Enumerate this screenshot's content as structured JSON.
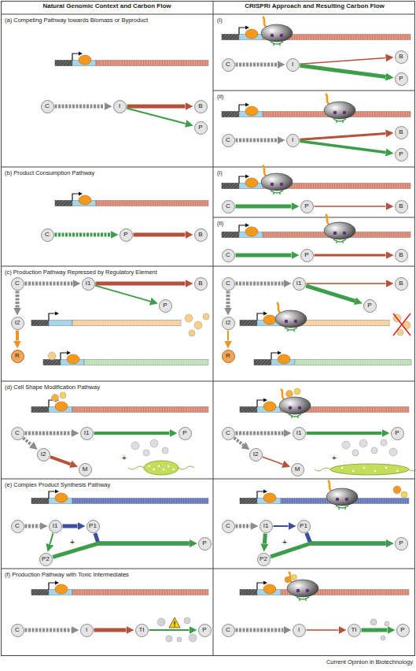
{
  "diagram": {
    "nodes": [
      {
        "text": [
          "C"
        ]
      },
      {
        "text": [
          "I"
        ]
      },
      {
        "text": [
          "B"
        ]
      },
      {
        "text": [
          "P"
        ]
      },
      {
        "text": [
          "C"
        ]
      },
      {
        "text": [
          "I"
        ]
      },
      {
        "text": [
          "B"
        ]
      },
      {
        "text": [
          "P"
        ]
      },
      {
        "text": [
          "C"
        ]
      },
      {
        "text": [
          "I"
        ]
      },
      {
        "text": [
          "B"
        ]
      },
      {
        "text": [
          "P"
        ]
      },
      {
        "text": [
          "C"
        ]
      },
      {
        "text": [
          "P"
        ]
      },
      {
        "text": [
          "B"
        ]
      },
      {
        "text": [
          "C"
        ]
      },
      {
        "text": [
          "P"
        ]
      },
      {
        "text": [
          "B"
        ]
      },
      {
        "text": [
          "C"
        ]
      },
      {
        "text": [
          "P"
        ]
      },
      {
        "text": [
          "B"
        ]
      },
      {
        "text": [
          "C"
        ]
      },
      {
        "text": [
          "I1"
        ]
      },
      {
        "text": [
          "B"
        ]
      },
      {
        "text": [
          "P"
        ]
      },
      {
        "text": [
          "I2"
        ]
      },
      {
        "text": [
          "R"
        ]
      },
      {
        "text": [
          "C"
        ]
      },
      {
        "text": [
          "I1"
        ]
      },
      {
        "text": [
          "B"
        ]
      },
      {
        "text": [
          "P"
        ]
      },
      {
        "text": [
          "I2"
        ]
      },
      {
        "text": [
          "R"
        ]
      },
      {
        "text": [
          "C"
        ]
      },
      {
        "text": [
          "I1"
        ]
      },
      {
        "text": [
          "P"
        ]
      },
      {
        "text": [
          "I2"
        ]
      },
      {
        "text": [
          "M"
        ]
      },
      {
        "text": [
          "C"
        ]
      },
      {
        "text": [
          "I1"
        ]
      },
      {
        "text": [
          "P"
        ]
      },
      {
        "text": [
          "I2"
        ]
      },
      {
        "text": [
          "M"
        ]
      },
      {
        "text": [
          "C"
        ]
      },
      {
        "text": [
          "I1"
        ]
      },
      {
        "text": [
          "P1"
        ]
      },
      {
        "text": [
          "P"
        ]
      },
      {
        "text": [
          "P2"
        ]
      },
      {
        "text": [
          "C"
        ]
      },
      {
        "text": [
          "I1"
        ]
      },
      {
        "text": [
          "P1"
        ]
      },
      {
        "text": [
          "P"
        ]
      },
      {
        "text": [
          "P2"
        ]
      },
      {
        "text": [
          "C"
        ]
      },
      {
        "text": [
          "I"
        ]
      },
      {
        "text": [
          "TI"
        ]
      },
      {
        "text": [
          "P"
        ]
      },
      {
        "text": [
          "C"
        ]
      },
      {
        "text": [
          "I"
        ]
      },
      {
        "text": [
          "TI"
        ]
      },
      {
        "text": [
          "P"
        ]
      }
    ],
    "edges": [
      {
        "from": 0,
        "to": 1,
        "arrow": "to"
      },
      {
        "from": 1,
        "to": 2,
        "arrow": "to"
      },
      {
        "from": 1,
        "to": 3,
        "arrow": "to"
      },
      {
        "from": 4,
        "to": 5,
        "arrow": "to"
      },
      {
        "from": 5,
        "to": 6,
        "arrow": "to"
      },
      {
        "from": 5,
        "to": 7,
        "arrow": "to"
      },
      {
        "from": 8,
        "to": 9,
        "arrow": "to"
      },
      {
        "from": 9,
        "to": 10,
        "arrow": "to"
      },
      {
        "from": 9,
        "to": 11,
        "arrow": "to"
      },
      {
        "from": 12,
        "to": 13,
        "arrow": "to"
      },
      {
        "from": 13,
        "to": 14,
        "arrow": "to"
      },
      {
        "from": 15,
        "to": 16,
        "arrow": "to"
      },
      {
        "from": 16,
        "to": 17,
        "arrow": "to"
      },
      {
        "from": 18,
        "to": 19,
        "arrow": "to"
      },
      {
        "from": 19,
        "to": 20,
        "arrow": "to"
      },
      {
        "from": 21,
        "to": 22,
        "arrow": "to"
      },
      {
        "from": 22,
        "to": 23,
        "arrow": "to"
      },
      {
        "from": 22,
        "to": 24,
        "arrow": "to"
      },
      {
        "from": 21,
        "to": 25,
        "arrow": "to"
      },
      {
        "from": 25,
        "to": 26,
        "arrow": "to"
      },
      {
        "from": 27,
        "to": 28,
        "arrow": "to"
      },
      {
        "from": 28,
        "to": 29,
        "arrow": "to"
      },
      {
        "from": 28,
        "to": 30,
        "arrow": "to"
      },
      {
        "from": 27,
        "to": 31,
        "arrow": "to"
      },
      {
        "from": 31,
        "to": 32,
        "arrow": "to"
      },
      {
        "from": 33,
        "to": 34,
        "arrow": "to"
      },
      {
        "from": 34,
        "to": 35,
        "arrow": "to"
      },
      {
        "from": 33,
        "to": 36,
        "arrow": "to"
      },
      {
        "from": 36,
        "to": 37,
        "arrow": "to"
      },
      {
        "from": 38,
        "to": 39,
        "arrow": "to"
      },
      {
        "from": 39,
        "to": 40,
        "arrow": "to"
      },
      {
        "from": 38,
        "to": 41,
        "arrow": "to"
      },
      {
        "from": 41,
        "to": 42,
        "arrow": "to"
      },
      {
        "from": 43,
        "to": 44,
        "arrow": "to"
      },
      {
        "from": 44,
        "to": 45,
        "arrow": "to"
      },
      {
        "from": 44,
        "to": 47,
        "arrow": "to"
      },
      {
        "from": 45,
        "to": 46,
        "arrow": "to"
      },
      {
        "from": 47,
        "to": 46,
        "arrow": "to"
      },
      {
        "from": 48,
        "to": 49,
        "arrow": "to"
      },
      {
        "from": 49,
        "to": 50,
        "arrow": "to"
      },
      {
        "from": 49,
        "to": 52,
        "arrow": "to"
      },
      {
        "from": 50,
        "to": 51,
        "arrow": "to"
      },
      {
        "from": 52,
        "to": 51,
        "arrow": "to"
      },
      {
        "from": 53,
        "to": 54,
        "arrow": "to"
      },
      {
        "from": 54,
        "to": 55,
        "arrow": "to"
      },
      {
        "from": 55,
        "to": 56,
        "arrow": "to"
      },
      {
        "from": 57,
        "to": 58,
        "arrow": "to"
      },
      {
        "from": 58,
        "to": 59,
        "arrow": "to"
      },
      {
        "from": 59,
        "to": 60,
        "arrow": "to"
      }
    ],
    "labels": [
      "Natural Genomic Context and Carbon Flow",
      "CRISPRi Approach and Resulting Carbon Flow",
      "(a) Competing Pathway towards Biomass or Byproduct",
      "(i)",
      "(ii)",
      "(b) Product Consumption Pathway",
      "(i)",
      "(ii)",
      "(c) Production Pathway Repressed by Regulatory Element",
      "(d) Cell Shape Modification Pathway",
      "+",
      "+",
      "(e) Complex Product Synthesis Pathway",
      "+",
      "+",
      "(f) Production Pathway with Toxic Intermediates",
      "Current Opinion in Biotechnology"
    ]
  }
}
